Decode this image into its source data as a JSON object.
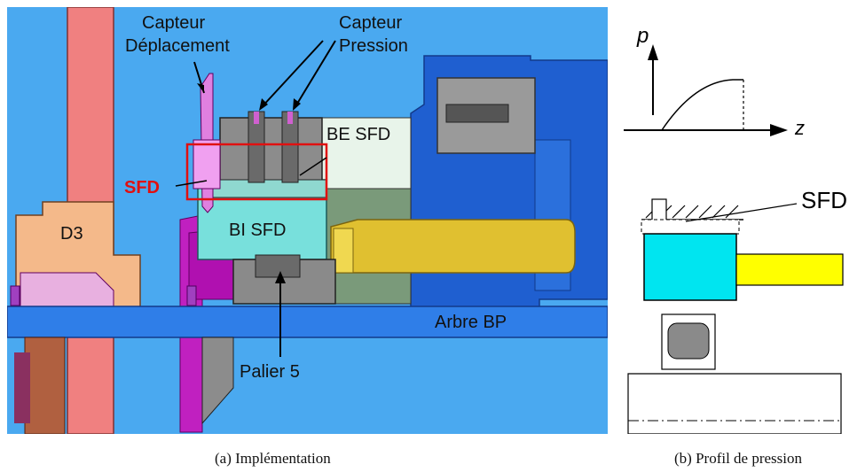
{
  "panel_a": {
    "labels": {
      "capteur_deplacement": [
        "Capteur",
        "Déplacement"
      ],
      "capteur_pression": [
        "Capteur",
        "Pression"
      ],
      "be_sfd": "BE SFD",
      "sfd": "SFD",
      "bi_sfd": "BI SFD",
      "d3": "D3",
      "arbre_bp": "Arbre BP",
      "palier_5": "Palier 5"
    },
    "caption": "(a)  Implémentation"
  },
  "panel_b": {
    "labels": {
      "p_axis": "p",
      "z_axis": "z",
      "sfd": "SFD"
    },
    "caption": "(b)  Profil de pression"
  },
  "colors": {
    "background_blue": "#4aa9f0",
    "dark_blue": "#1f5fd0",
    "shaft_blue": "#2f7ee8",
    "salmon": "#f08080",
    "peach": "#f4b98a",
    "cyan": "#78e0dc",
    "gray": "#8c8c8c",
    "gold": "#e0c030",
    "magenta": "#c020c0",
    "highlight_red": "#e01010",
    "sketch_cyan": "#00e5f0",
    "sketch_yellow": "#ffff00"
  }
}
